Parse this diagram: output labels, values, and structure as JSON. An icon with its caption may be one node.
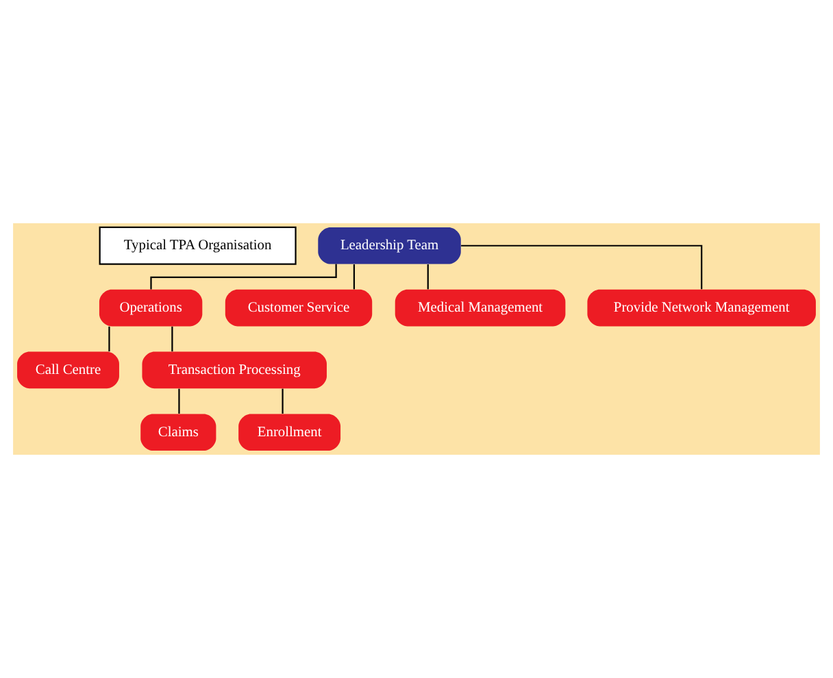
{
  "diagram": {
    "nodes": [
      {
        "text": [
          "Typical TPA Organisation"
        ]
      },
      {
        "text": [
          "Leadership Team"
        ]
      },
      {
        "text": [
          "Operations"
        ]
      },
      {
        "text": [
          "Call Centre"
        ]
      },
      {
        "text": [
          "Transaction Processing"
        ]
      },
      {
        "text": [
          "Claims"
        ]
      },
      {
        "text": [
          "Enrollment"
        ]
      },
      {
        "text": [
          "Customer Service"
        ]
      },
      {
        "text": [
          "Medical Management"
        ]
      },
      {
        "text": [
          "Provide Network Management"
        ]
      }
    ],
    "edges": [
      {
        "from": 1,
        "to": 2,
        "arrow": "none"
      },
      {
        "from": 2,
        "to": 3,
        "arrow": "none"
      },
      {
        "from": 2,
        "to": 4,
        "arrow": "none"
      },
      {
        "from": 4,
        "to": 5,
        "arrow": "none"
      },
      {
        "from": 4,
        "to": 6,
        "arrow": "none"
      },
      {
        "from": 1,
        "to": 7,
        "arrow": "none"
      },
      {
        "from": 1,
        "to": 8,
        "arrow": "none"
      },
      {
        "from": 1,
        "to": 9,
        "arrow": "none"
      }
    ]
  }
}
